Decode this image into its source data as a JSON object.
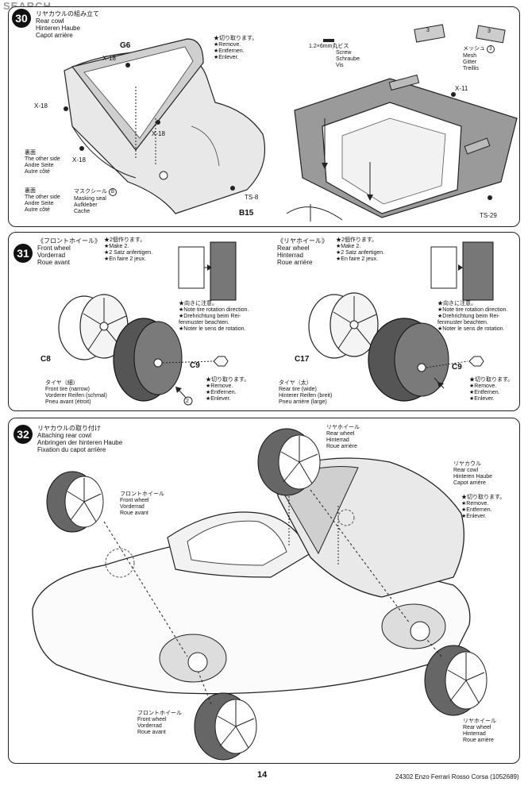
{
  "watermark": "SEARCH",
  "step30": {
    "header": [
      "リヤカウルの組み立て",
      "Rear cowl",
      "Hinteren Haube",
      "Capot arrière"
    ],
    "parts": {
      "g6": "G6",
      "b15": "B15",
      "x18": "X-18",
      "ts8": "TS-8",
      "x11": "X-11",
      "ts29": "TS-29"
    },
    "cut_off": [
      "★切り取ります。",
      "★Remove.",
      "★Entfernen.",
      "★Enlever."
    ],
    "other_side_a": [
      "裏面",
      "The other side",
      "Andre Seite",
      "Autre côté"
    ],
    "other_side_b": [
      "裏面",
      "The other side",
      "Andre Seite",
      "Autre côté"
    ],
    "masking": [
      "マスクシール",
      "Masking seal",
      "Aufkleber",
      "Cache"
    ],
    "mask_badge": "B",
    "screw": [
      "1.2×6mm丸ビス",
      "Screw",
      "Schraube",
      "Vis"
    ],
    "mesh": [
      "メッシュ",
      "Mesh",
      "Gitter",
      "Treillis"
    ],
    "mesh_badge": "3"
  },
  "step31": {
    "number": "31",
    "front": [
      "《フロントホイール》",
      "Front wheel",
      "Vorderrad",
      "Roue avant"
    ],
    "rear": [
      "《リヤホイール》",
      "Rear wheel",
      "Hinterrad",
      "Roue arrière"
    ],
    "make2": [
      "★2個作ります。",
      "★Make 2.",
      "★2 Satz anfertigen.",
      "★En faire 2 jeux."
    ],
    "rotation": [
      "★向きに注意。",
      "★Note tire rotation direction.",
      "★Drehrichtung beim Rei-",
      "fenmuster beachten.",
      "★Noter le sens de rotation."
    ],
    "cut": [
      "★切り取ります。",
      "★Remove.",
      "★Entfernen.",
      "★Enlever."
    ],
    "front_tire": [
      "タイヤ（細）",
      "Front tire (narrow)",
      "Vorderer Reifen (schmal)",
      "Pneu avant (étroit)"
    ],
    "rear_tire": [
      "タイヤ（太）",
      "Rear tire (wide)",
      "Hinterer Reifen (breit)",
      "Pneu arrière (large)"
    ],
    "parts": {
      "c8": "C8",
      "c9": "C9",
      "c17": "C17",
      "c9b": "C9"
    },
    "qty": "2"
  },
  "step32": {
    "number": "32",
    "header": [
      "リヤカウルの取り付け",
      "Attaching rear cowl",
      "Anbringen der hinteren Haube",
      "Fixation du capot arrière"
    ],
    "rear_wheel_top": [
      "リヤホイール",
      "Rear wheel",
      "Hinterrad",
      "Roue arrière"
    ],
    "rear_cowl": [
      "リヤカウル",
      "Rear cowl",
      "Hinteren Haube",
      "Capot arrière"
    ],
    "front_wheel_top": [
      "フロントホイール",
      "Front wheel",
      "Vorderrad",
      "Roue avant"
    ],
    "front_wheel_bottom": [
      "フロントホイール",
      "Front wheel",
      "Vorderrad",
      "Roue avant"
    ],
    "rear_wheel_bottom": [
      "リヤホイール",
      "Rear wheel",
      "Hinterrad",
      "Roue arrière"
    ]
  },
  "footer": {
    "page": "14",
    "model": "24302 Enzo Ferrari Rosso Corsa (1052689)"
  }
}
